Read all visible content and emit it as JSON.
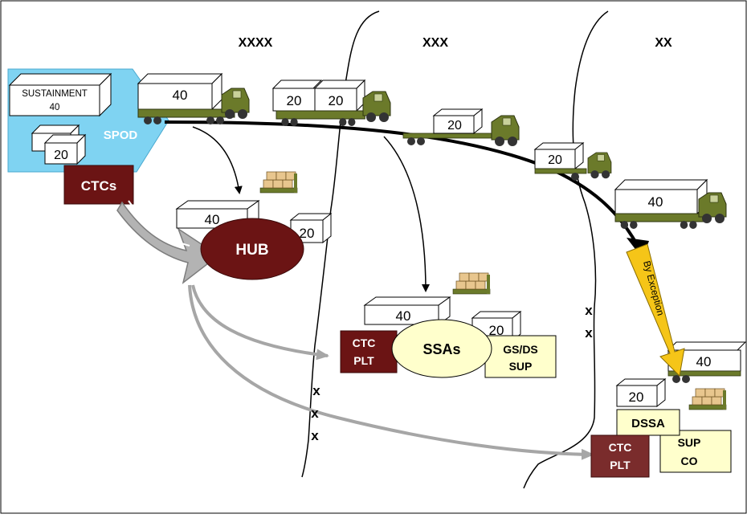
{
  "echelons": {
    "theater": "XXXX",
    "corps": "XXX",
    "division": "XX"
  },
  "spod": {
    "label": "SPOD",
    "sustainment_line1": "SUSTAINMENT",
    "sustainment_line2": "40",
    "box20": "20"
  },
  "ctcs": {
    "label": "CTCs"
  },
  "hub": {
    "label": "HUB",
    "box40": "40",
    "box20": "20"
  },
  "trucks": {
    "truck_a": "40",
    "truck_b_left": "20",
    "truck_b_right": "20",
    "truck_c": "20",
    "truck_d": "20",
    "truck_e": "40",
    "truck_f": "40"
  },
  "ssa": {
    "label": "SSAs",
    "box40": "40",
    "box20": "20",
    "ctc_line1": "CTC",
    "ctc_line2": "PLT",
    "sup_line1": "GS/DS",
    "sup_line2": "SUP"
  },
  "dssa": {
    "label": "DSSA",
    "box20": "20",
    "ctc_line1": "CTC",
    "ctc_line2": "PLT",
    "sup_line1": "SUP",
    "sup_line2": "CO"
  },
  "boundary_marks": {
    "x1": "x",
    "x2": "x",
    "x3": "x",
    "x4": "x",
    "x5": "x"
  },
  "by_exception": "By Exception",
  "colors": {
    "spod_fill": "#7FD3F2",
    "ctc_fill": "#6B1414",
    "hub_fill": "#6B1414",
    "ssa_fill": "#FFFFCC",
    "by_exception_fill": "#F5C518",
    "truck_green": "#6B7A2A",
    "arrow_gray": "#A6A6A6"
  }
}
